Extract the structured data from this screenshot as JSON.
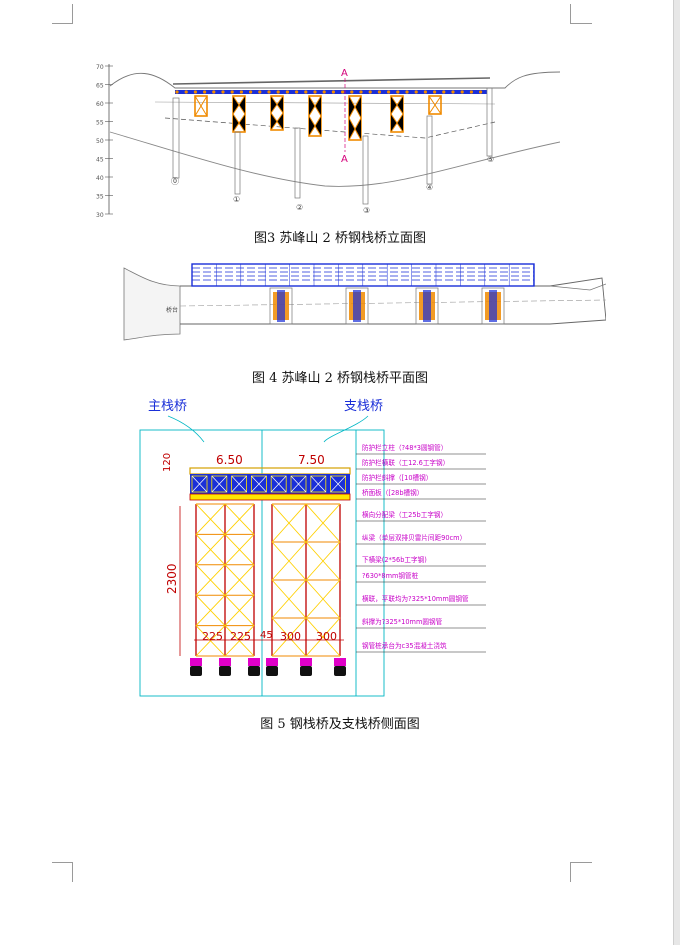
{
  "captions": {
    "fig3": "图3 苏峰山 2 桥钢栈桥立面图",
    "fig4": "图 4 苏峰山 2 桥钢栈桥平面图",
    "fig5": "图 5 钢栈桥及支栈桥侧面图"
  },
  "fig3": {
    "section_marker": "A",
    "pier_numbers": [
      "⓪",
      "①",
      "②",
      "③",
      "④",
      "⑤"
    ],
    "elevation_scale": [
      "70",
      "65",
      "60",
      "55",
      "50",
      "45",
      "40",
      "35",
      "30"
    ]
  },
  "fig4": {
    "abutment_label": "桥台"
  },
  "fig5": {
    "title_main": "主栈桥",
    "title_branch": "支栈桥",
    "width_main": "6.50",
    "width_branch": "7.50",
    "left_height": "120",
    "pier_height": "2300",
    "spacing_1": "225",
    "spacing_2": "225",
    "spacing_3": "45",
    "spacing_4": "300",
    "spacing_5": "300",
    "notes": [
      "防护栏立柱（?48*3圆钢管）",
      "防护栏横联（工12.6工字钢）",
      "防护栏斜撑（[10槽钢）",
      "桥面板（[28b槽钢）",
      "横向分配梁（工25b工字钢）",
      "纵梁（单层双排贝雷片间距90cm）",
      "下横梁(2*56b工字钢)",
      "?630*8mm钢管桩",
      "横联，平联均为?325*10mm圆钢管",
      "斜撑为?325*10mm圆钢管",
      "钢管桩承台为c35混凝土浇筑"
    ]
  }
}
